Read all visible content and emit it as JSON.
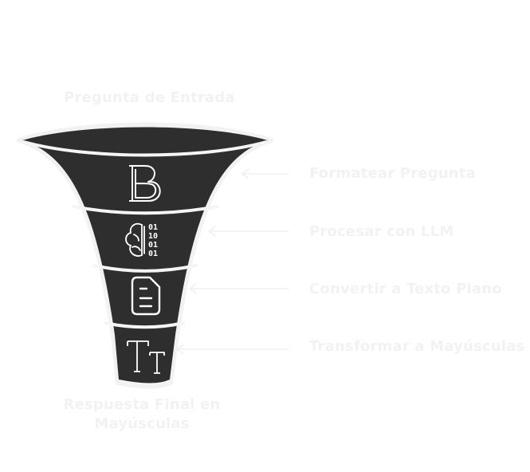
{
  "input_label": "Pregunta de Entrada",
  "output_label": "Respuesta Final en Mayúsculas",
  "steps": [
    {
      "label": "Formatear Pregunta",
      "icon": "bold-b-icon"
    },
    {
      "label": "Procesar con LLM",
      "icon": "brain-binary-icon"
    },
    {
      "label": "Convertir a Texto Plano",
      "icon": "document-icon"
    },
    {
      "label": "Transformar a Mayúsculas",
      "icon": "text-case-icon"
    }
  ],
  "colors": {
    "funnel": "#2e2e2e",
    "band_outline": "#f5f5f5",
    "icon_stroke": "#ffffff",
    "labels": "#f2f2f2",
    "connectors": "#f0f0f0"
  }
}
